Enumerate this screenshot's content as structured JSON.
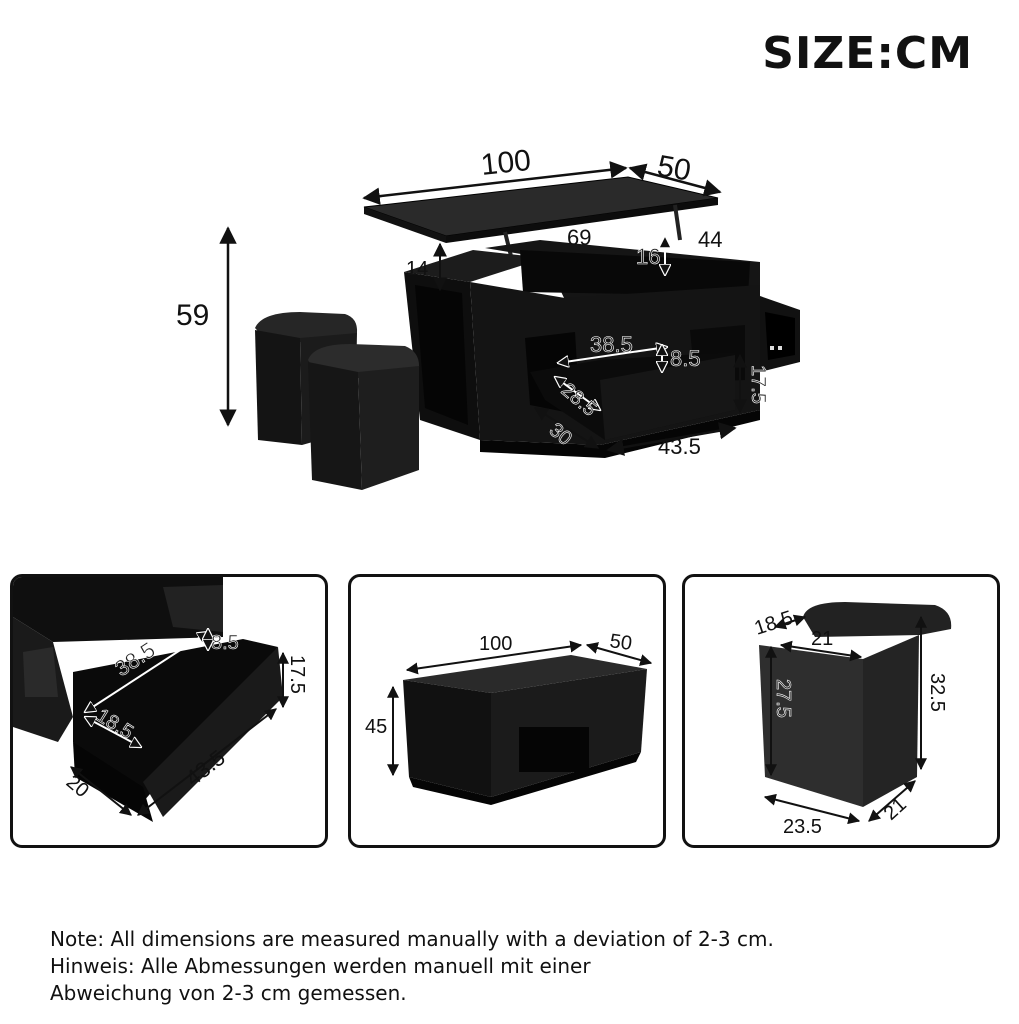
{
  "title": "SIZE:CM",
  "main": {
    "table_length": "100",
    "table_width": "50",
    "total_height": "59",
    "lift_height": "14",
    "compartment_length": "69",
    "compartment_depth": "16",
    "compartment_width": "44",
    "drawer_inner_length": "38.5",
    "drawer_inner_height": "8.5",
    "drawer_inner_width": "28.5",
    "drawer_outer_depth": "30",
    "drawer_front_length": "43.5",
    "drawer_front_height": "17.5"
  },
  "panels": {
    "drawer": {
      "inner_length": "38.5",
      "inner_height": "8.5",
      "outer_height": "17.5",
      "inner_width": "18.5",
      "front_length": "43.5",
      "outer_depth": "20"
    },
    "table": {
      "length": "100",
      "width": "50",
      "height": "45"
    },
    "stool": {
      "top_depth": "18.5",
      "top_width": "21",
      "inner_height": "27.5",
      "total_height": "32.5",
      "base_width": "23.5",
      "base_depth": "21"
    }
  },
  "note": {
    "line1": "Note: All dimensions are measured manually with a deviation of 2-3 cm.",
    "line2": "Hinweis: Alle Abmessungen werden manuell mit einer",
    "line3": "Abweichung von 2-3 cm gemessen."
  }
}
